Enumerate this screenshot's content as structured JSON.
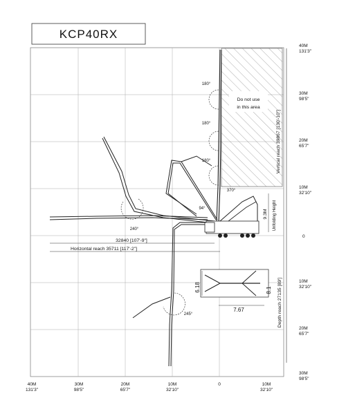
{
  "title": "KCP40RX",
  "right_ticks": [
    {
      "m": "40M",
      "ft": "131'3\""
    },
    {
      "m": "30M",
      "ft": "98'5\""
    },
    {
      "m": "20M",
      "ft": "65'7\""
    },
    {
      "m": "10M",
      "ft": "32'10\""
    },
    {
      "zero": "0"
    },
    {
      "m": "10M",
      "ft": "32'10\""
    },
    {
      "m": "20M",
      "ft": "65'7\""
    },
    {
      "m": "30M",
      "ft": "98'5\""
    }
  ],
  "bottom_ticks": [
    {
      "m": "40M",
      "ft": "131'3\""
    },
    {
      "m": "30M",
      "ft": "98'5\""
    },
    {
      "m": "20M",
      "ft": "65'7\""
    },
    {
      "m": "10M",
      "ft": "32'10\""
    },
    {
      "zero": "0"
    },
    {
      "m": "10M",
      "ft": "32'10\""
    }
  ],
  "annotations": {
    "do_not_use_1": "Do not use",
    "do_not_use_2": "in this area",
    "angle_180_a": "180°",
    "angle_180_b": "180°",
    "angle_180_c": "180°",
    "angle_370": "370°",
    "angle_94": "94°",
    "angle_240": "240°",
    "angle_245": "245°",
    "unfolding_value": "9.3M",
    "unfolding_label": "Unfolding Height",
    "vertical_reach": "Vertical reach 39867 [130'-10\"]",
    "depth_reach": "Depth reach 27135 [89']",
    "reach_32840": "32840 [107'-9\"]",
    "horizontal_reach": "Horizontal reach 35711 [117'-2\"]",
    "dim_618": "6.18",
    "dim_81": "8.1",
    "dim_767": "7.67"
  }
}
